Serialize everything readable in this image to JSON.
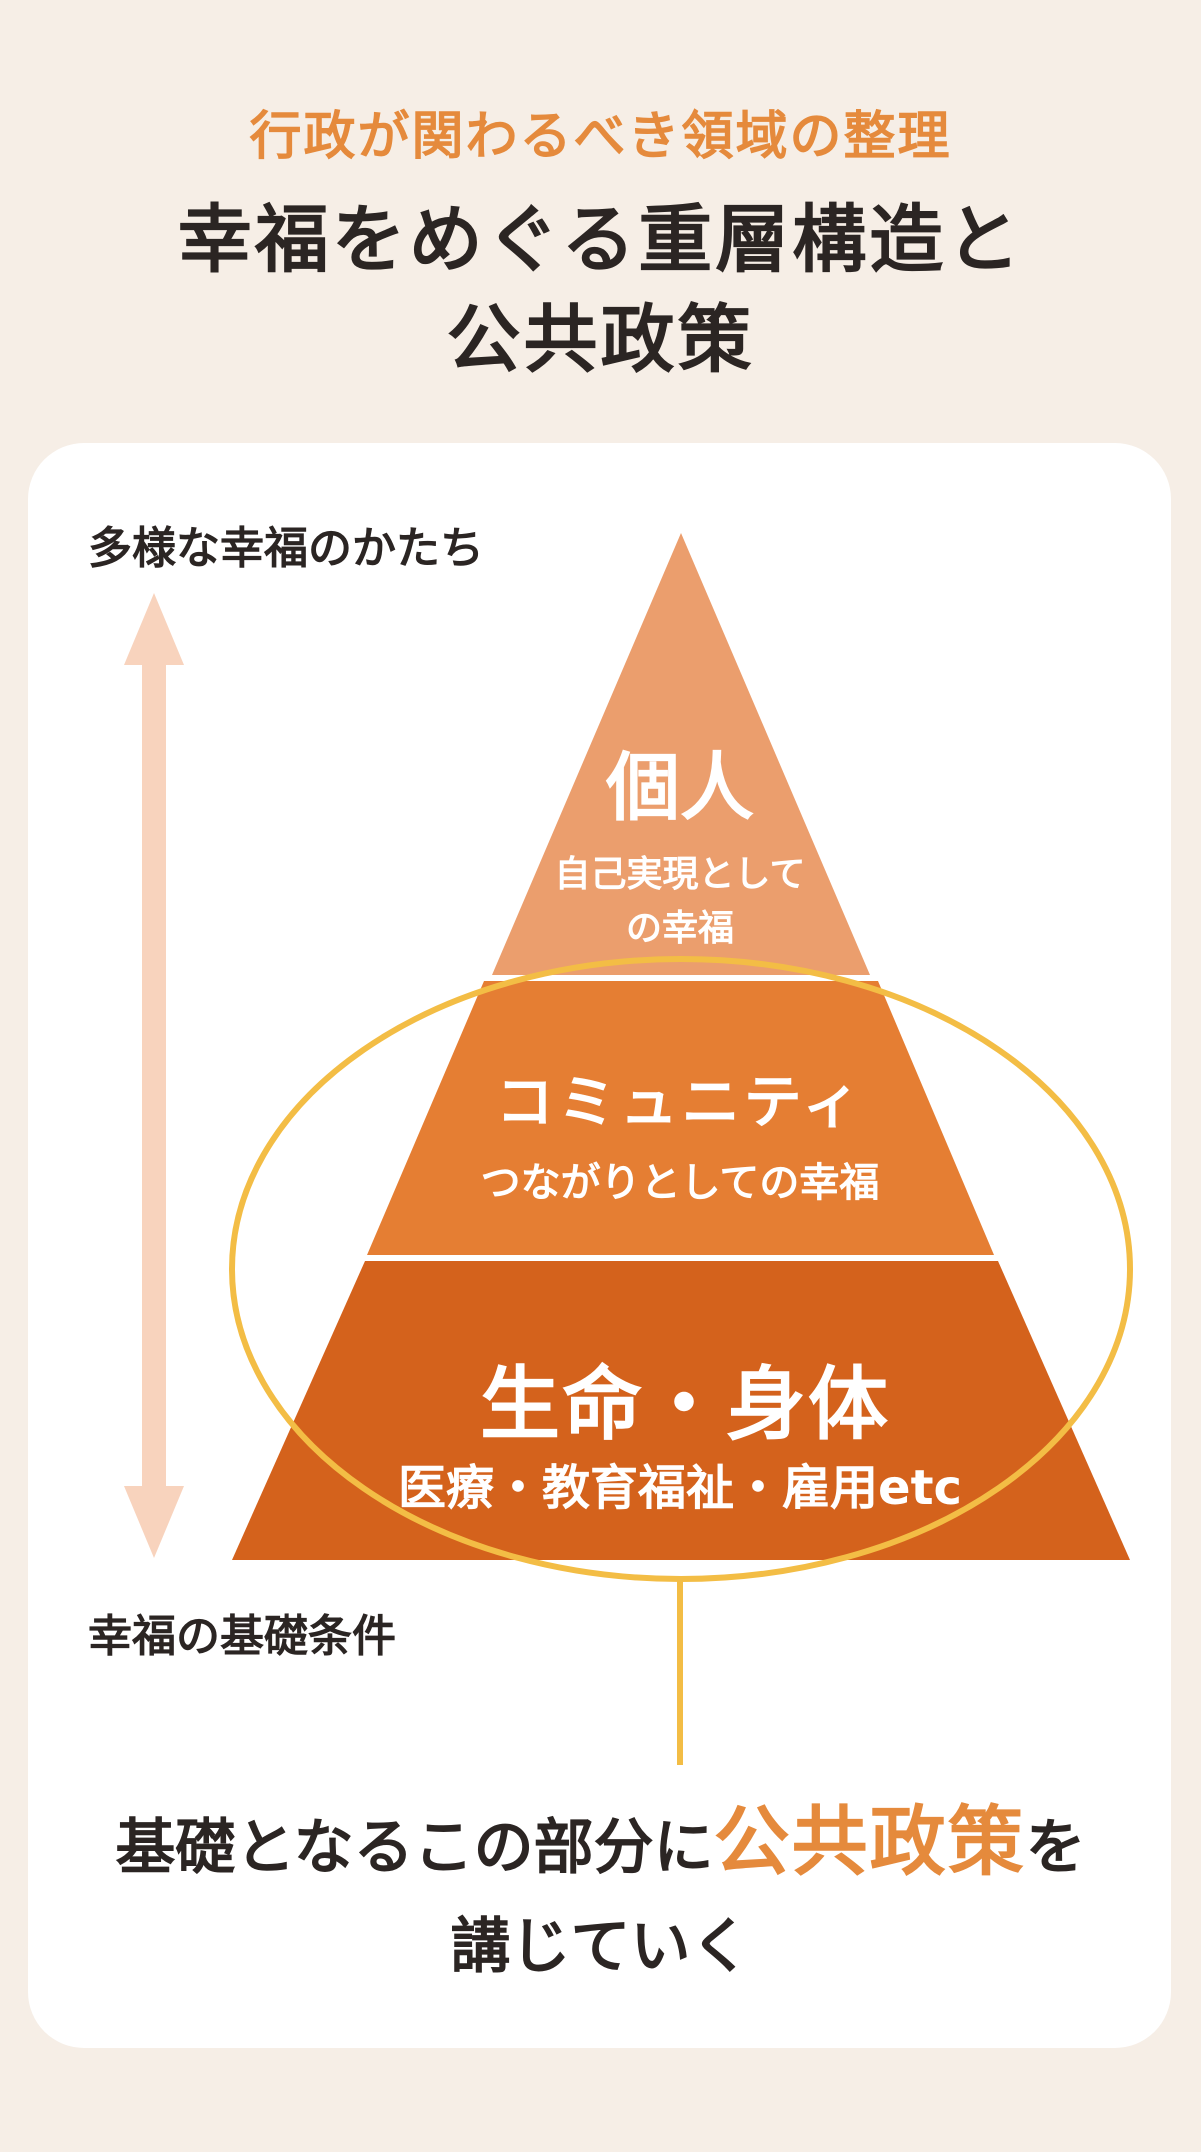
{
  "header": {
    "subtitle": "行政が関わるべき領域の整理",
    "title_line1": "幸福をめぐる重層構造と",
    "title_line2": "公共政策"
  },
  "axis": {
    "top_label": "多様な幸福のかたち",
    "bottom_label": "幸福の基礎条件"
  },
  "pyramid": {
    "tiers": [
      {
        "title": "個人",
        "subtitle": "自己実現としての幸福",
        "color": "#eb9e6d"
      },
      {
        "title": "コミュニティ",
        "subtitle": "つながりとしての幸福",
        "color": "#e57e33"
      },
      {
        "title": "生命・身体",
        "subtitle": "医療・教育福祉・雇用etc",
        "color": "#d4621c"
      }
    ]
  },
  "conclusion": {
    "prefix": "基礎となるこの部分に",
    "highlight": "公共政策",
    "suffix": "を",
    "line2": "講じていく"
  },
  "colors": {
    "background": "#f6eee6",
    "card": "#ffffff",
    "accent": "#e58a3c",
    "ellipse": "#f3bd45",
    "arrow": "#f8d3bd",
    "text": "#2b2523"
  }
}
